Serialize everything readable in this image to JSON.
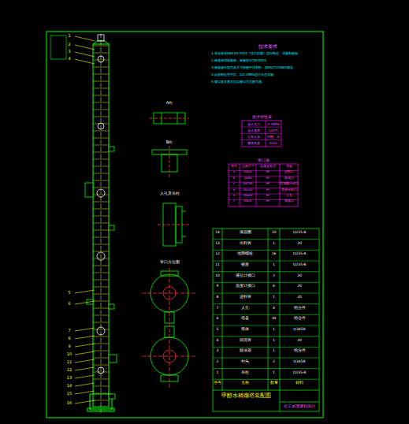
{
  "diagram": {
    "title": "甲醇水精馏塔装配图",
    "labels": [
      "技术要求",
      "1.本设备按GB150-2011《压力容器》进行制造、试验和验收。",
      "2.焊接采用电弧焊，焊条型号为E4303。",
      "3.焊接接头型式及尺寸除图中注明外，按HG/T20583规定。",
      "4.设备制造完毕后，以0.2MPa进行水压试验。",
      "5.管口及支座方位以管口方位图为准。",
      "技术特性表",
      "设计压力",
      "0.1MPa",
      "设计温度",
      "120℃",
      "工作介质",
      "甲醇、水",
      "腐蚀裕量",
      "2mm",
      "管口表",
      "符号",
      "公称尺寸",
      "连接面形式",
      "用途",
      "a",
      "DN50",
      "RF",
      "进料口",
      "b",
      "DN80",
      "RF",
      "回流口",
      "c",
      "DN250",
      "RF",
      "塔顶蒸汽出口",
      "d",
      "DN100",
      "RF",
      "塔釜出料口",
      "e",
      "DN450",
      "RF",
      "人孔",
      "f",
      "DN25",
      "RF",
      "测温口",
      "A向",
      "B向",
      "人孔及吊柱",
      "管口方位图",
      "序号",
      "名称",
      "数量",
      "材料",
      "1",
      "吊柱",
      "1",
      "Q235-A",
      "2",
      "封头",
      "2",
      "Q345R",
      "3",
      "除沫器",
      "1",
      "组合件",
      "4",
      "回流管",
      "1",
      "20",
      "5",
      "筒体",
      "1",
      "Q345R",
      "6",
      "塔盘",
      "30",
      "组合件",
      "7",
      "人孔",
      "4",
      "组合件",
      "8",
      "进料管",
      "1",
      "20",
      "9",
      "温度计接口",
      "6",
      "20",
      "10",
      "液位计接口",
      "2",
      "20",
      "11",
      "裙座",
      "1",
      "Q235-B",
      "12",
      "地脚螺栓",
      "16",
      "Q235-A",
      "13",
      "出料管",
      "1",
      "20",
      "14",
      "保温圈",
      "20",
      "Q235-A",
      "化工原理课程设计",
      "1",
      "2",
      "3",
      "4",
      "5",
      "6",
      "7",
      "8",
      "9",
      "10",
      "11",
      "12",
      "13",
      "14",
      "15",
      "16"
    ]
  }
}
